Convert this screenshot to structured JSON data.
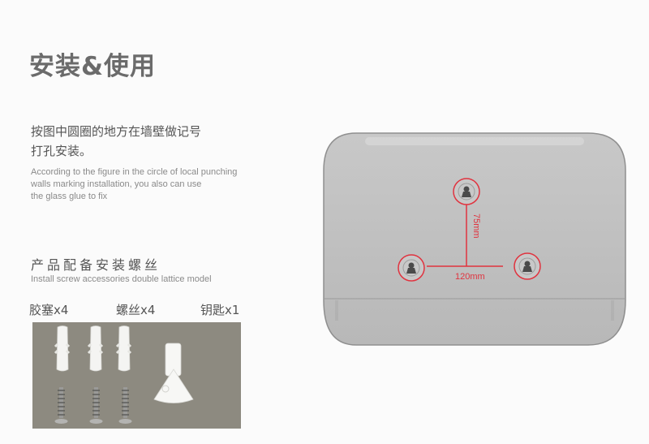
{
  "title": "安装&使用",
  "instructions": {
    "cn_line1": "按图中圆圈的地方在墙壁做记号",
    "cn_line2": "打孔安装。",
    "en_line1": "According to the figure in the circle of local punching",
    "en_line2": "walls marking installation, you also can use",
    "en_line3": "the glass glue to fix"
  },
  "accessories": {
    "title": "产品配备安装螺丝",
    "subtitle": "Install screw accessories double lattice model",
    "items": [
      {
        "label": "胶塞x4"
      },
      {
        "label": "螺丝x4"
      },
      {
        "label": "钥匙x1"
      }
    ]
  },
  "diagram": {
    "vertical_dimension": "75mm",
    "horizontal_dimension": "120mm",
    "accent_color": "#e0333f",
    "body_color": "#bdbdbd"
  }
}
